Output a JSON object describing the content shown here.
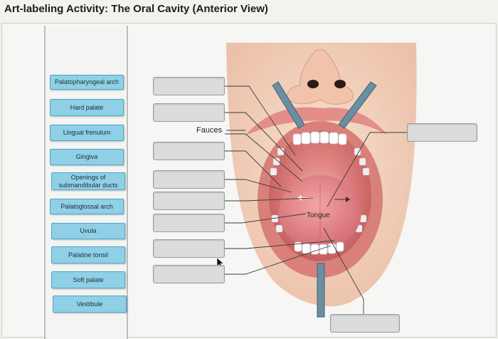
{
  "title": "Art-labeling Activity: The Oral Cavity (Anterior View)",
  "label_bank": [
    "Palatopharyngeal arch",
    "Hard palate",
    "Lingual frenulum",
    "Gingiva",
    "Openings of submandibular ducts",
    "Palatoglossal arch",
    "Uvula",
    "Palatine tonsil",
    "Soft palate",
    "Vestibule"
  ],
  "diagram_labels": {
    "fauces": "Fauces",
    "tongue": "Tongue"
  },
  "colors": {
    "chip_fill": "#8fd0e6",
    "chip_border": "#4aa8c9",
    "drop_box": "#dcdcdc"
  }
}
